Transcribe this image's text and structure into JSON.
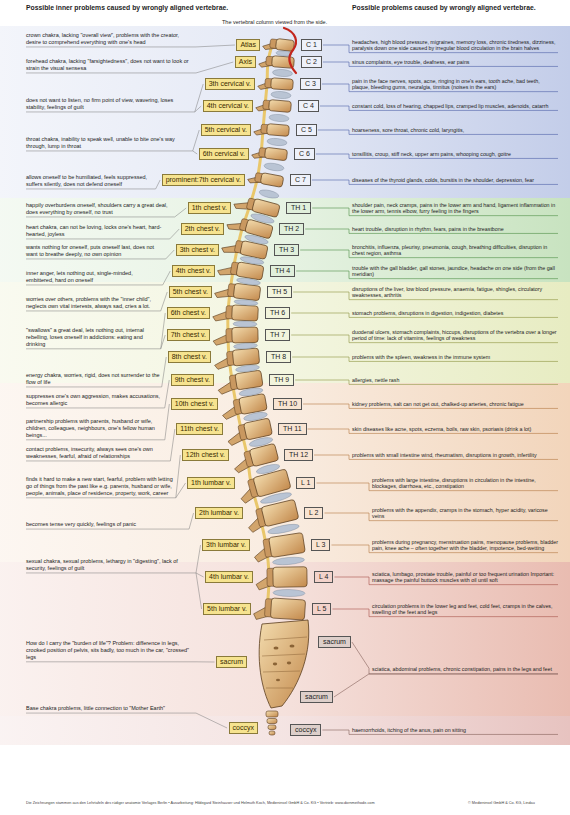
{
  "diagram": {
    "nodes": [
      {
        "text": [
          "Atlas"
        ]
      },
      {
        "text": [
          "Axis"
        ]
      },
      {
        "text": [
          "3th cervical v."
        ]
      },
      {
        "text": [
          "4th cervical v."
        ]
      },
      {
        "text": [
          "5th cervical v."
        ]
      },
      {
        "text": [
          "6th cervical v."
        ]
      },
      {
        "text": [
          "prominent:7th cervical v."
        ]
      },
      {
        "text": [
          "1th chest v."
        ]
      },
      {
        "text": [
          "2th chest v."
        ]
      },
      {
        "text": [
          "3th chest v."
        ]
      },
      {
        "text": [
          "4th chest v."
        ]
      },
      {
        "text": [
          "5th chest v."
        ]
      },
      {
        "text": [
          "6th chest v."
        ]
      },
      {
        "text": [
          "7th chest v."
        ]
      },
      {
        "text": [
          "8th chest v."
        ]
      },
      {
        "text": [
          "9th chest v."
        ]
      },
      {
        "text": [
          "10th chest v."
        ]
      },
      {
        "text": [
          "11th chest v."
        ]
      },
      {
        "text": [
          "12th chest v."
        ]
      },
      {
        "text": [
          "1th lumbar v."
        ]
      },
      {
        "text": [
          "2th lumbar v."
        ]
      },
      {
        "text": [
          "3th lumbar v."
        ]
      },
      {
        "text": [
          "4th lumbar v."
        ]
      },
      {
        "text": [
          "5th lumbar v."
        ]
      },
      {
        "text": [
          "sacrum"
        ]
      },
      {
        "text": [
          "coccyx"
        ]
      },
      {
        "text": [
          "C 1"
        ]
      },
      {
        "text": [
          "C 2"
        ]
      },
      {
        "text": [
          "C 3"
        ]
      },
      {
        "text": [
          "C 4"
        ]
      },
      {
        "text": [
          "C 5"
        ]
      },
      {
        "text": [
          "C 6"
        ]
      },
      {
        "text": [
          "C 7"
        ]
      },
      {
        "text": [
          "TH 1"
        ]
      },
      {
        "text": [
          "TH 2"
        ]
      },
      {
        "text": [
          "TH 3"
        ]
      },
      {
        "text": [
          "TH 4"
        ]
      },
      {
        "text": [
          "TH 5"
        ]
      },
      {
        "text": [
          "TH 6"
        ]
      },
      {
        "text": [
          "TH 7"
        ]
      },
      {
        "text": [
          "TH 8"
        ]
      },
      {
        "text": [
          "TH 9"
        ]
      },
      {
        "text": [
          "TH 10"
        ]
      },
      {
        "text": [
          "TH 11"
        ]
      },
      {
        "text": [
          "TH 12"
        ]
      },
      {
        "text": [
          "L 1"
        ]
      },
      {
        "text": [
          "L 2"
        ]
      },
      {
        "text": [
          "L 3"
        ]
      },
      {
        "text": [
          "L 4"
        ]
      },
      {
        "text": [
          "L 5"
        ]
      },
      {
        "text": [
          "sacrum"
        ]
      },
      {
        "text": [
          "sacrum"
        ]
      },
      {
        "text": [
          "coccyx"
        ]
      }
    ],
    "labels": [
      "Possible inner problems caused by wrongly aligned vertebrae.",
      "Possible problems caused by wrongly aligned vertebrae.",
      "The vertebral column viewed from the side.",
      "crown chakra, lacking \"overall view\", problems with the creator, desire to comprehend everything with one's head",
      "forehead chakra, lacking \"farsightedness\", does not want to look or strain the visual sensesa",
      "does not want to listen, no firm point of view, wavering, loses stability, feelings of guilt",
      "throat chakra, inability to speak well, unable to bite one's way through, lump in throat",
      "allows oneself to be humiliated, feels suppressed, suffers silently, does not defend oneself",
      "happily overburdens oneself, shoulders carry a great deal, does everything by oneself, no trust",
      "heart chakra, can not be loving, locks one's heart, hard-hearted, joyless",
      "wants nothing for oneself, puts oneself last, does not want to breathe deeply, no own opinion",
      "inner anger, lets nothing out, single-minded, embittered, hard on oneself",
      "worries over others, problems with the \"inner child\", neglects own vital interests, always sad, cries a lot.",
      "\"swallows\" a great deal, lets nothing out, internal rebelling, loses oneself in addictions: eating and drinking",
      "energy chakra, worries, rigid, does not surrender to the flow of life",
      "suppresses one's own aggression, makes accusations, becomes allergic",
      "partnership problems with parents, husband or wife, children, colleagues, neighbours, one's fellow human beings...",
      "contact problems, insecurity, always sees one's own weaknesses, fearful, afraid of relationships",
      "finds it hard to make a new start, fearful, problem with letting go of things from the past like e.g. parents, husband or wife, people, animals, place of residence, property, work, career",
      "becomes tense very quickly, feelings of panic",
      "sexual chakra, sexual problems, lethargy in \"digesting\", lack of security, feelings of guilt",
      "How do I carry the \"burden of life\"? Problem: difference in legs, crooked position of pelvis, sits badly, too much in the car, \"crossed\" legs",
      "Base chakra problems, little connection to \"Mother Earth\"",
      "headaches, high blood pressure, migraines, memory loss, chronic tiredness, dizziness, paralysis down one side caused by irregular blood circulation in the brain halves",
      "sinus complaints, eye trouble, deafness, ear pains",
      "pain in the face nerves, spots, acne, ringing in one's ears, tooth ache, bad teeth, plaque, bleeding gums, neuralgia, tinnitus (noises in the ears)",
      "constant cold, loss of hearing, chapped lips, cramped lip muscles, adenoids, catarrh",
      "hoarseness, sore throat, chronic cold, laryngitis,",
      "tonsillitis, croup, stiff neck, upper arm pains, whooping cough, goitre",
      "diseases of the thyroid glands, colds, bursitis in the shoulder, depression, fear",
      "shoulder pain, neck cramps, pains in the lower arm and hand, ligament inflammation in the lower arm, tennis elbow, furry feeling in the fingers",
      "heart trouble, disruption in rhythm, fears, pains in the breastbone",
      "bronchitis, influenza, pleurisy, pneumonia, cough, breathing difficulties, disruption in chest region, asthma",
      "trouble with the gall bladder, gall stones, jaundice, headache on one side (from the gall meridian)",
      "disruptions of the liver, low blood pressure, anaemia, fatigue, shingles, circulatory weaknesses, arthritis",
      "stomach problems, disruptions in digestion, indigestion, diabetes",
      "duodenal ulcers, stomach complaints, hiccups, disruptions of the vertebra over a longer period of time: lack of vitamins, feelings of weakness",
      "problems with the spleen, weakness in the immune system",
      "allergies, nettle rash",
      "kidney problems, salt can not get out, chalked-up arteries, chronic fatigue",
      "skin diseases like acne, spots, eczema, boils, raw skin, psoriasis (drink a lot)",
      "problems with small intestine wind, rheumatism, disruptions in growth, infertility",
      "problems with large intestine, disruptions in circulation in the intestine, blockages, diarrhoea, etc., constipation",
      "problems with the appendix, cramps in the stomach, hyper acidity, varicose veins",
      "problems during pregnancy, menstruation pains, menopause problems, bladder pain, knee ache – often together with the bladder, impotence, bed-wetting",
      "sciatica, lumbago, prostate trouble, painful or too frequent urination Important: massage the painful buttock muscles with oil until soft",
      "circulation problems in the lower leg and feet, cold feet, cramps in the calves, swelling of the feet and legs",
      "sciatica, abdominal problems, chronic constipation, pains in the legs and feet",
      "haemorrhoids, itching of the anus, pain on sitting",
      "Die Zeichnungen stammen aus den Lehrtafeln des rüdiger anatomie Verlages Berlin • Ausarbeitung: Hildegard Steinhauser und Helmuth Koch, Medieninsel GmbH & Co. KG • Vertrieb: www.dornmethode.com",
      "© Medieninsel GmbH & Co. KG, Lindau"
    ]
  }
}
